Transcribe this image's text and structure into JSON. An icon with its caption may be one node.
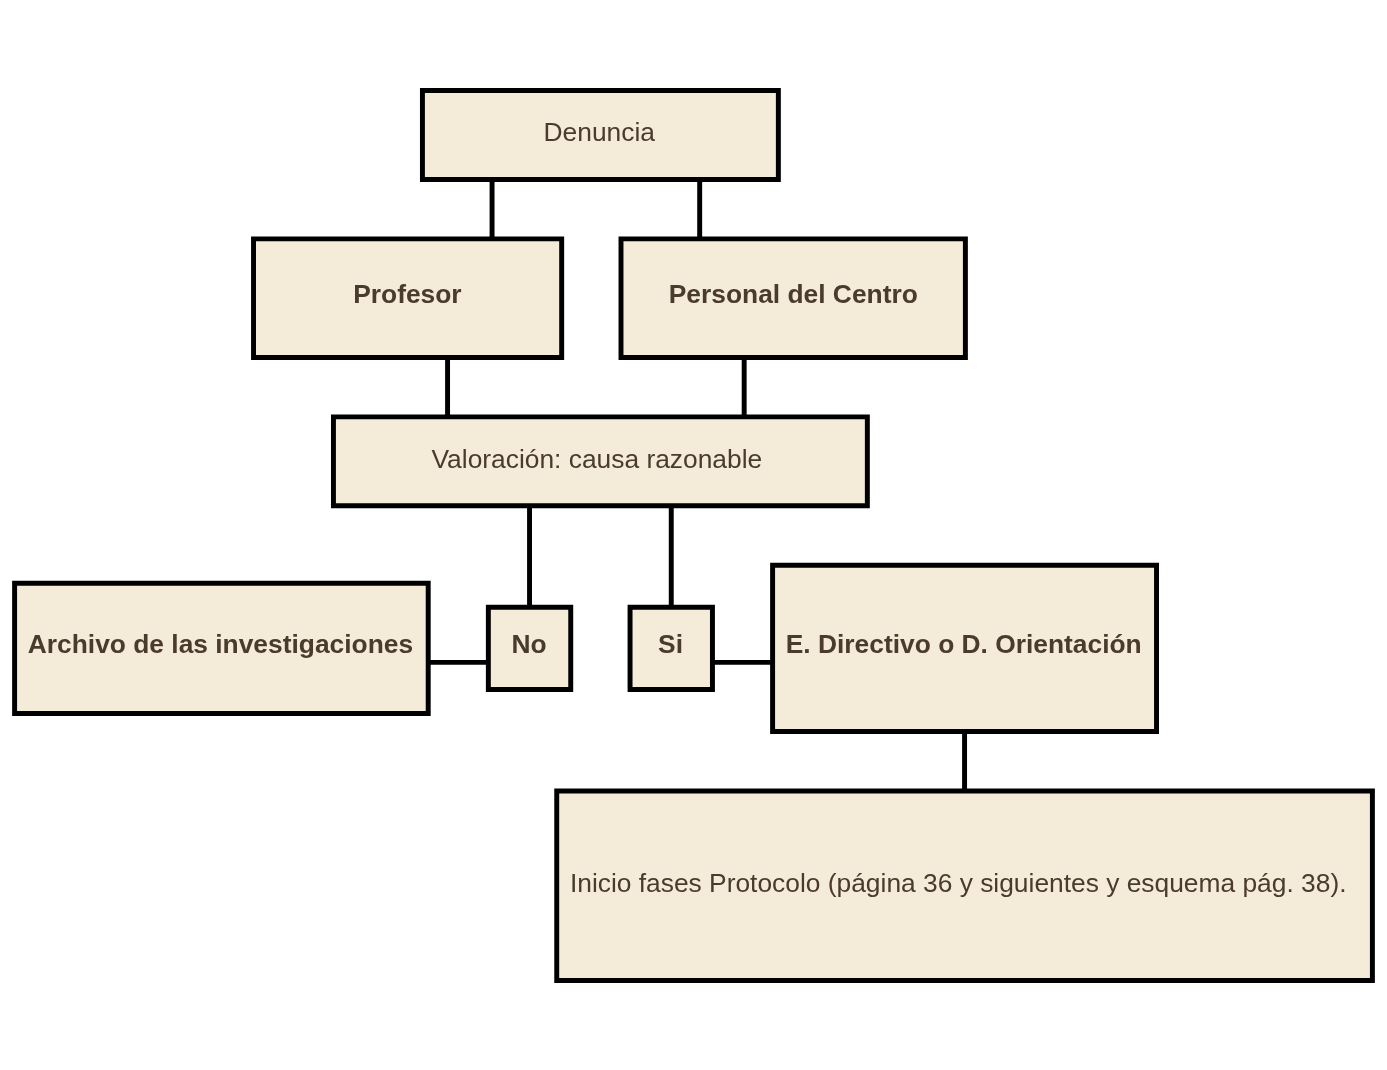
{
  "diagram": {
    "nodes": [
      {
        "text": [
          "Denuncia"
        ]
      },
      {
        "text": [
          "Profesor"
        ]
      },
      {
        "text": [
          "Personal del Centro"
        ]
      },
      {
        "text": [
          "Valoración: causa razonable"
        ]
      },
      {
        "text": [
          "Archivo de las investigaciones"
        ]
      },
      {
        "text": [
          "No"
        ]
      },
      {
        "text": [
          "Si"
        ]
      },
      {
        "text": [
          "E. Directivo o D. Orientación"
        ]
      },
      {
        "text": [
          "Inicio fases Protocolo (página 36 y siguientes y esquema pág. 38)."
        ]
      }
    ],
    "edges": [
      {
        "from": 0,
        "to": 1,
        "arrow": "none"
      },
      {
        "from": 0,
        "to": 2,
        "arrow": "none"
      },
      {
        "from": 1,
        "to": 3,
        "arrow": "none"
      },
      {
        "from": 2,
        "to": 3,
        "arrow": "none"
      },
      {
        "from": 3,
        "to": 5,
        "arrow": "none"
      },
      {
        "from": 3,
        "to": 6,
        "arrow": "none"
      },
      {
        "from": 4,
        "to": 5,
        "arrow": "none"
      },
      {
        "from": 6,
        "to": 7,
        "arrow": "none"
      },
      {
        "from": 7,
        "to": 8,
        "arrow": "none"
      }
    ]
  }
}
